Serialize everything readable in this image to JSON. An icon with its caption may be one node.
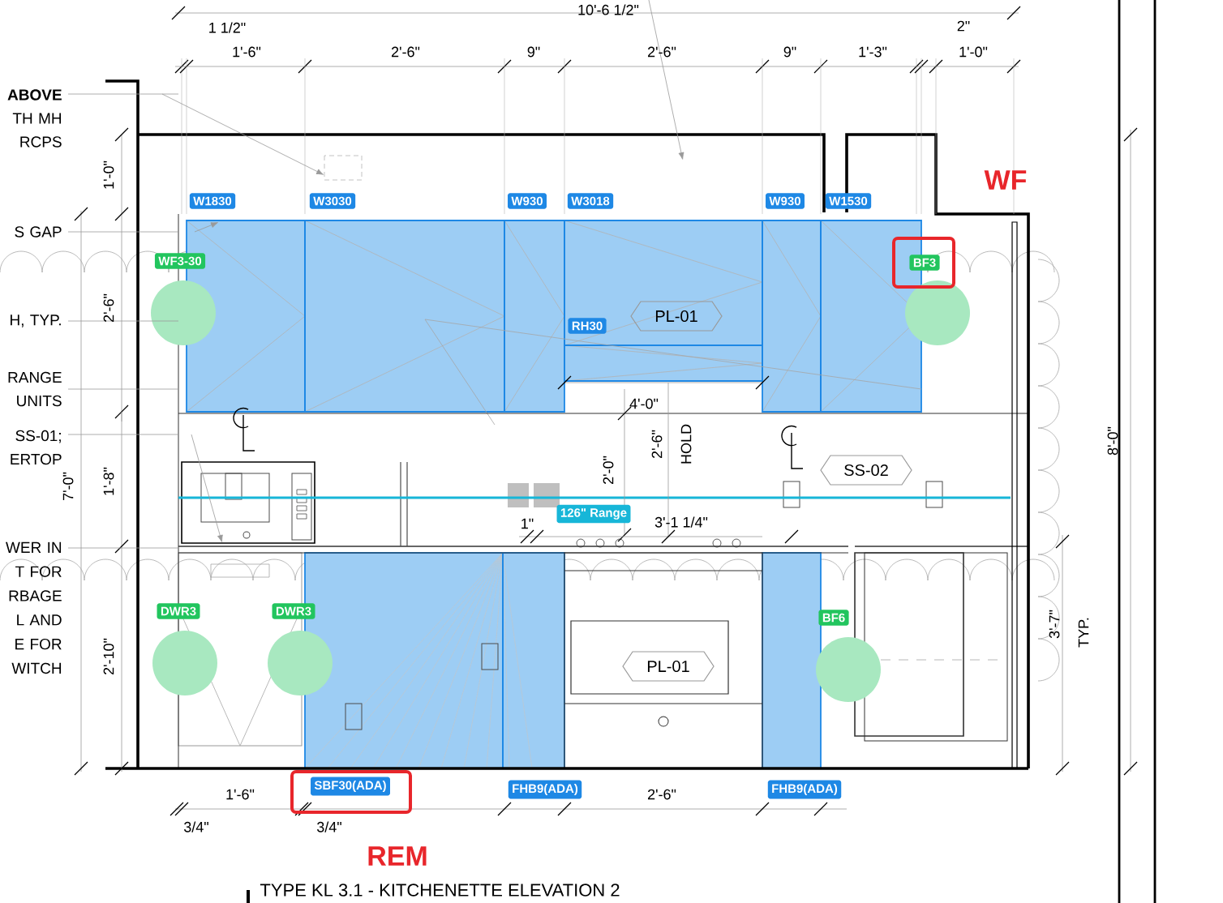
{
  "diagram": {
    "title": "TYPE KL 3.1 - KITCHENETTE ELEVATION 2",
    "nodes": [
      {
        "text": [
          "W1830"
        ]
      },
      {
        "text": [
          "W3030"
        ]
      },
      {
        "text": [
          "W930"
        ]
      },
      {
        "text": [
          "W3018"
        ]
      },
      {
        "text": [
          "W930"
        ]
      },
      {
        "text": [
          "W1530"
        ]
      },
      {
        "text": [
          "WF3-30"
        ]
      },
      {
        "text": [
          "BF3"
        ]
      },
      {
        "text": [
          "RH30"
        ]
      },
      {
        "text": [
          "PL-01"
        ]
      },
      {
        "text": [
          "SS-02"
        ]
      },
      {
        "text": [
          "126\" Range"
        ]
      },
      {
        "text": [
          "DWR3"
        ]
      },
      {
        "text": [
          "DWR3"
        ]
      },
      {
        "text": [
          "BF6"
        ]
      },
      {
        "text": [
          "PL-01"
        ]
      },
      {
        "text": [
          "SBF30(ADA)"
        ]
      },
      {
        "text": [
          "FHB9(ADA)"
        ]
      },
      {
        "text": [
          "FHB9(ADA)"
        ]
      }
    ],
    "labels": [
      "10'-6 1/2\"",
      "1 1/2\"",
      "1'-6\"",
      "2'-6\"",
      "9\"",
      "2'-6\"",
      "9\"",
      "1'-3\"",
      "2\"",
      "1'-0\"",
      "**ABOVE** TH MH RCPS",
      "WF",
      "1'-0\"",
      "S GAP",
      "H, TYP.",
      "2'-6\"",
      "RANGE UNITS",
      "4'-0\"",
      "SS-01; ERTOP",
      "2'-6\"",
      "HOLD",
      "2'-0\"",
      "8'-0\"",
      "7'-0\"",
      "1'-8\"",
      "1\"",
      "3'-1 1/4\"",
      "WER IN T FOR RBAGE L AND E FOR WITCH",
      "2'-10\"",
      "3'-7\"",
      "TYP.",
      "1'-6\"",
      "2'-6\"",
      "3/4\"",
      "3/4\"",
      "REM"
    ]
  }
}
